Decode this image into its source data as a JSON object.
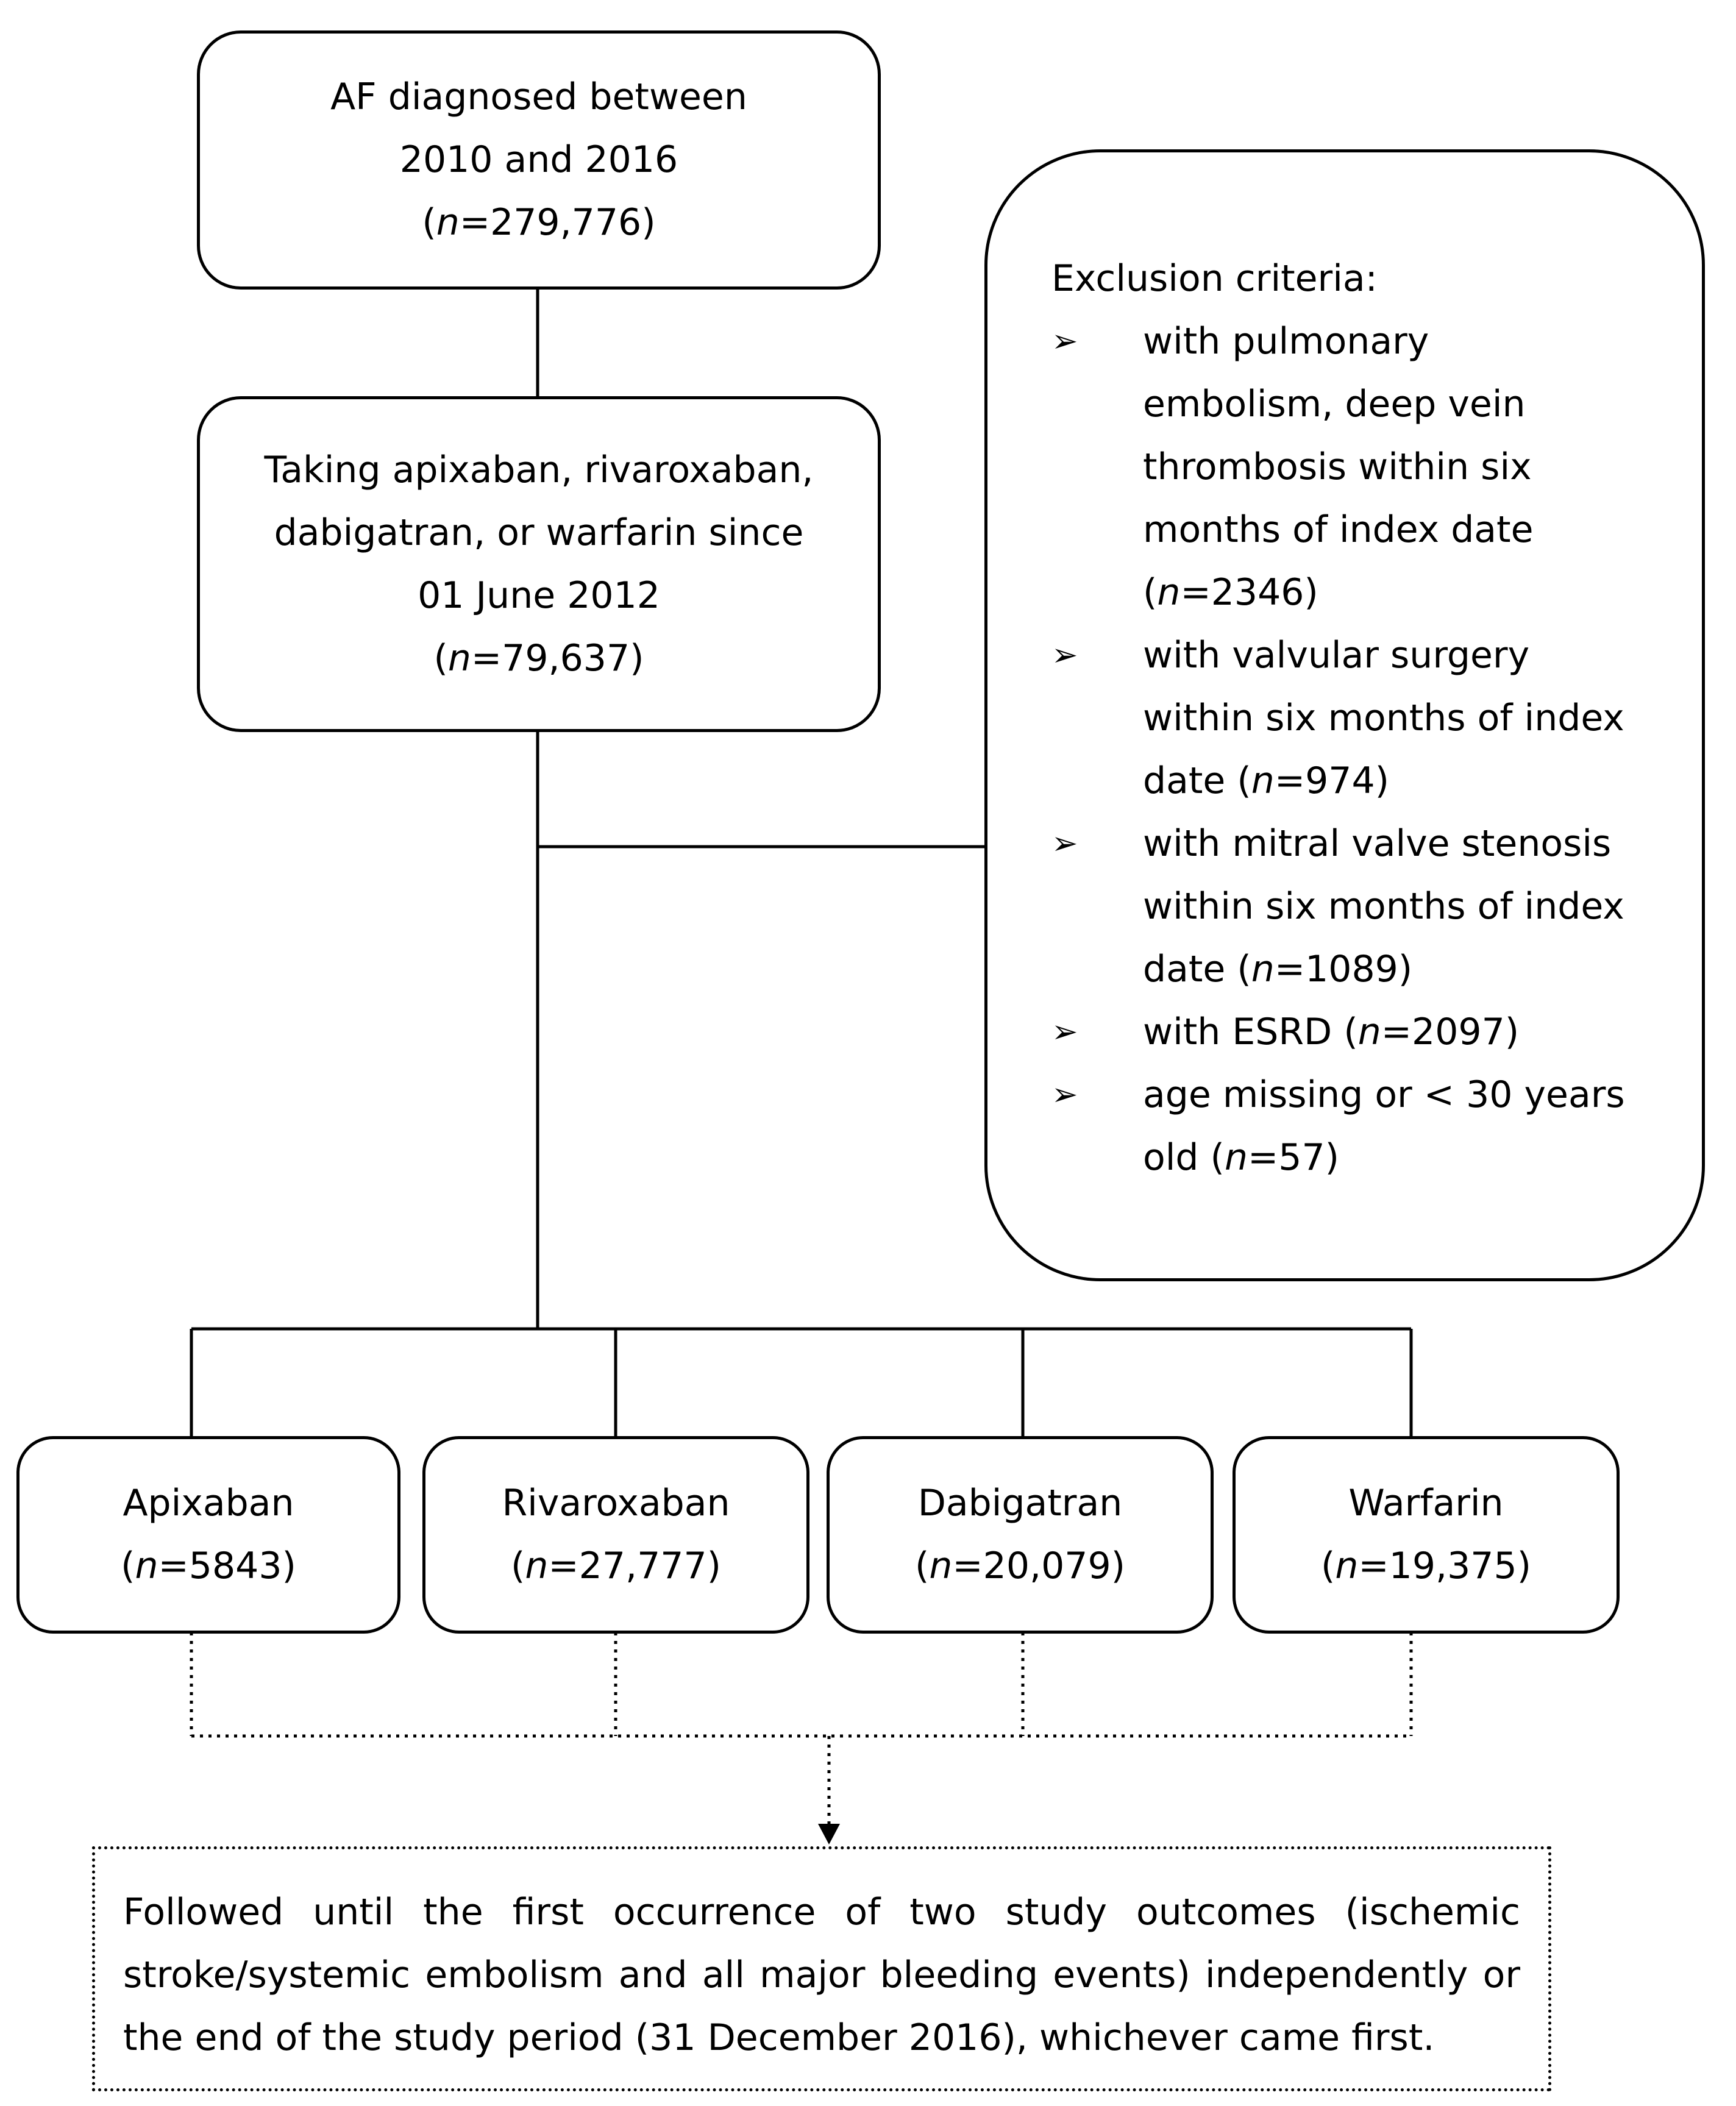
{
  "boxes": {
    "af_diagnosed": {
      "lines": [
        "AF diagnosed between",
        "2010 and 2016"
      ],
      "n_label": "n",
      "n_value": "=279,776"
    },
    "taking": {
      "lines": [
        "Taking apixaban, rivaroxaban,",
        "dabigatran, or warfarin since",
        "01 June 2012"
      ],
      "n_label": "n",
      "n_value": "=79,637"
    },
    "exclusion": {
      "title": "Exclusion criteria:",
      "bullet_icon": "arrow-bullet-icon",
      "items": [
        {
          "lines": [
            "with pulmonary",
            "embolism, deep vein",
            "thrombosis within six",
            "months of index date"
          ],
          "last_prefix": "",
          "n_label": "n",
          "n_value": "=2346"
        },
        {
          "lines": [
            "with valvular surgery",
            "within six months of index"
          ],
          "last_prefix": "date ",
          "n_label": "n",
          "n_value": "=974"
        },
        {
          "lines": [
            "with mitral valve stenosis",
            "within six months of index"
          ],
          "last_prefix": "date ",
          "n_label": "n",
          "n_value": "=1089"
        },
        {
          "lines": [],
          "last_prefix": "with ESRD ",
          "n_label": "n",
          "n_value": "=2097"
        },
        {
          "lines": [
            "age missing or < 30 years"
          ],
          "last_prefix": "old ",
          "n_label": "n",
          "n_value": "=57"
        }
      ]
    },
    "apixaban": {
      "name": "Apixaban",
      "n_label": "n",
      "n_value": "=5843"
    },
    "rivaroxaban": {
      "name": "Rivaroxaban",
      "n_label": "n",
      "n_value": "=27,777"
    },
    "dabigatran": {
      "name": "Dabigatran",
      "n_label": "n",
      "n_value": "=20,079"
    },
    "warfarin": {
      "name": "Warfarin",
      "n_label": "n",
      "n_value": "=19,375"
    },
    "followed": {
      "lines": [
        "Followed until the first occurrence of two study outcomes (ischemic",
        "stroke/systemic embolism and all major bleeding events) independently or",
        "the end of the study period (31 December 2016), whichever came first."
      ]
    }
  }
}
